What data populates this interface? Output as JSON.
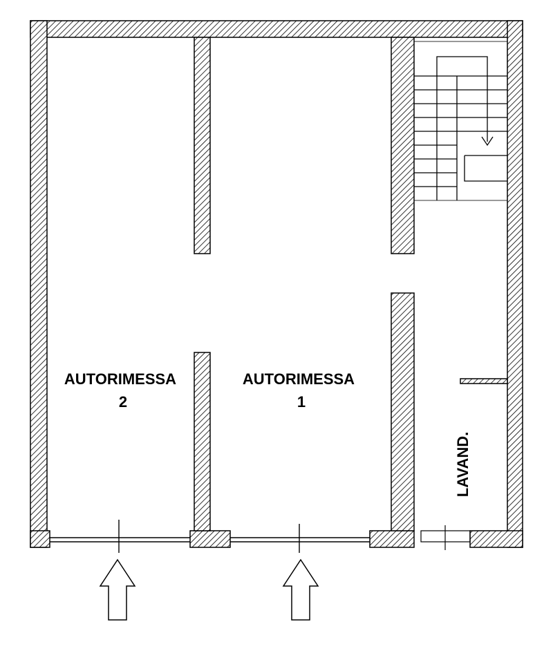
{
  "rooms": [
    {
      "name": "garage-2",
      "label_line1": "AUTORIMESSA",
      "label_line2": "2"
    },
    {
      "name": "garage-1",
      "label_line1": "AUTORIMESSA",
      "label_line2": "1"
    },
    {
      "name": "laundry",
      "label": "LAVAND."
    }
  ],
  "entrances": [
    {
      "name": "garage-2-entrance",
      "symbol": "arrow-up"
    },
    {
      "name": "garage-1-entrance",
      "symbol": "arrow-up"
    }
  ],
  "colors": {
    "line": "#000000",
    "background": "#ffffff"
  }
}
